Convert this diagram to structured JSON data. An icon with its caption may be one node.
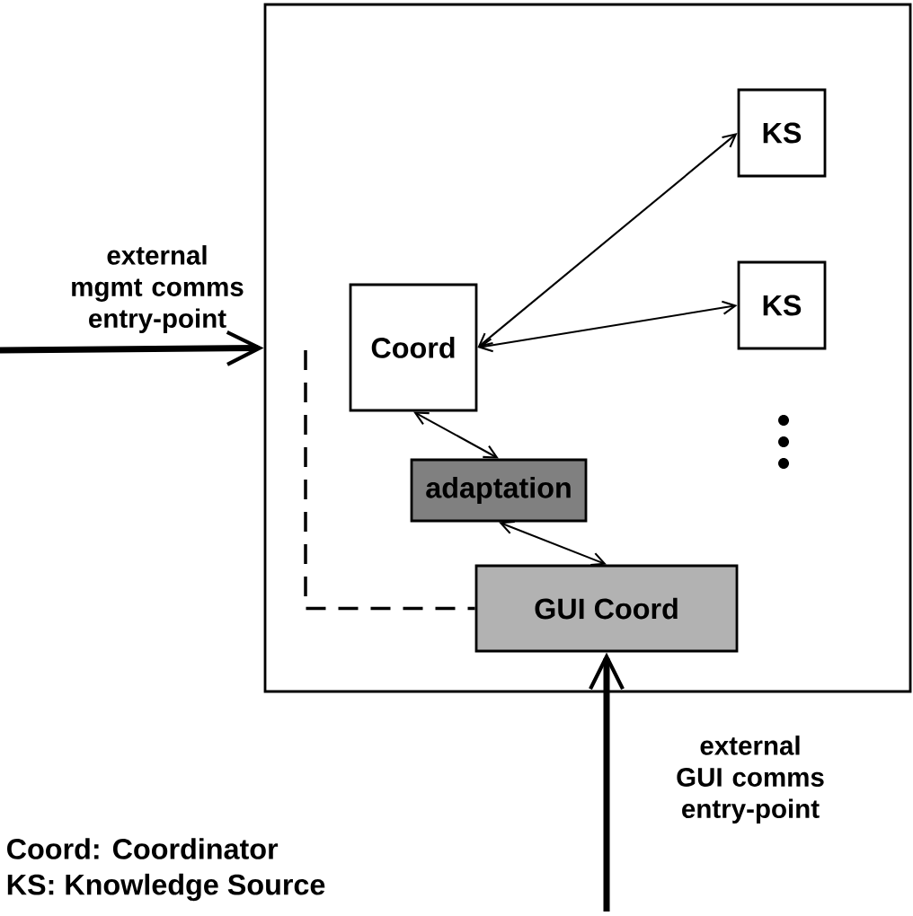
{
  "diagram": {
    "nodes": [
      {
        "text": [],
        "shape": "box"
      },
      {
        "text": [
          "KS"
        ],
        "in": 0
      },
      {
        "text": [
          "KS"
        ],
        "in": 0
      },
      {
        "text": [
          "Coord"
        ],
        "in": 0
      },
      {
        "text": [
          "adaptation"
        ],
        "in": 0
      },
      {
        "text": [
          "GUI Coord"
        ],
        "in": 0
      }
    ],
    "edges": [
      {
        "from": 3,
        "to": 1,
        "arrow": "both"
      },
      {
        "from": 3,
        "to": 2,
        "arrow": "both"
      },
      {
        "from": 3,
        "to": 4,
        "arrow": "both"
      },
      {
        "from": 4,
        "to": 5,
        "arrow": "both"
      },
      {
        "from": null,
        "to": 0,
        "arrow": "to",
        "style": "thick"
      },
      {
        "from": null,
        "to": 5,
        "arrow": "to",
        "style": "thick"
      },
      {
        "from": null,
        "to": 5,
        "arrow": "none",
        "style": "dashed"
      }
    ],
    "labels": [
      "external mgmt comms entry-point",
      "external GUI comms entry-point",
      "Coord:  Coordinator",
      "KS:     Knowledge Source"
    ]
  }
}
